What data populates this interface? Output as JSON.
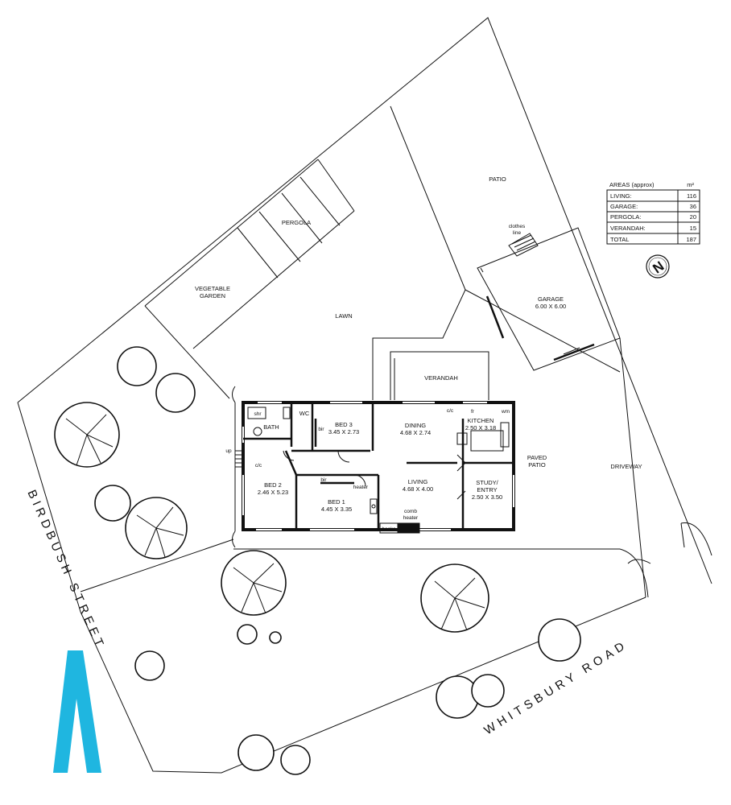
{
  "streets": {
    "birdbush": "BIRDBUSH STREET",
    "whitsbury": "WHITSBURY ROAD"
  },
  "outdoor": {
    "patio": "PATIO",
    "pergola": "PERGOLA",
    "vegetable_garden_1": "VEGETABLE",
    "vegetable_garden_2": "GARDEN",
    "lawn": "LAWN",
    "verandah": "VERANDAH",
    "clothes_line_1": "clothes",
    "clothes_line_2": "line",
    "paved_patio_1": "PAVED",
    "paved_patio_2": "PATIO",
    "driveway": "DRIVEWAY",
    "garage_name": "GARAGE",
    "garage_dims": "6.00 x 6.00"
  },
  "rooms": {
    "dining_name": "DINING",
    "dining_dims": "4.68 x 2.74",
    "kitchen_name": "KITCHEN",
    "kitchen_dims": "2.50 x 3.18",
    "living_name": "LIVING",
    "living_dims": "4.68 x 4.00",
    "study_name_1": "STUDY/",
    "study_name_2": "ENTRY",
    "study_dims": "2.50 x 3.50",
    "bed1_name": "BED 1",
    "bed1_dims": "4.45 x 3.35",
    "bed2_name": "BED 2",
    "bed2_dims": "2.46 x 5.23",
    "bed3_name": "BED 3",
    "bed3_dims": "3.45 x 2.73",
    "bath": "BATH",
    "wc": "WC"
  },
  "fixtures": {
    "shr": "shr",
    "bir": "bir",
    "bir2": "bir",
    "cc1": "c/c",
    "cc2": "c/c",
    "fr": "fr",
    "wm": "wm",
    "up": "up",
    "heater": "heater",
    "comb_heater_1": "comb",
    "comb_heater_2": "heater",
    "books": "books"
  },
  "areas": {
    "title": "AREAS (approx)",
    "unit": "m²",
    "rows": [
      {
        "label": "LIVING:",
        "value": "116"
      },
      {
        "label": "GARAGE:",
        "value": "36"
      },
      {
        "label": "PERGOLA:",
        "value": "20"
      },
      {
        "label": "VERANDAH:",
        "value": "15"
      }
    ],
    "total_label": "TOTAL",
    "total_value": "187"
  },
  "north_letter": "N",
  "colors": {
    "lines": "#111111",
    "logo": "#1fb6e0",
    "background": "#ffffff"
  }
}
